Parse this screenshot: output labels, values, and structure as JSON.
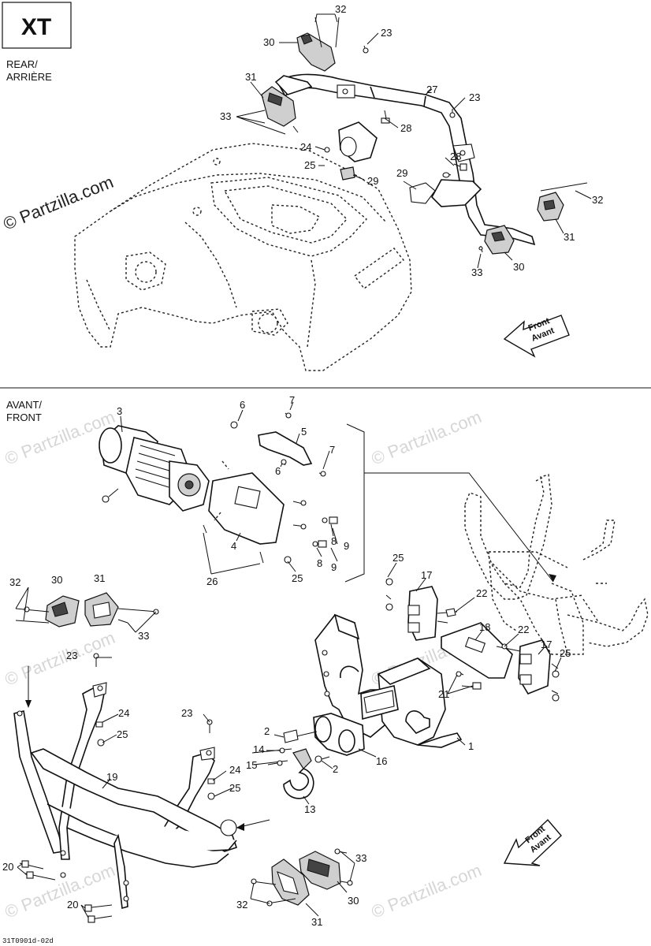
{
  "badge": {
    "label": "XT"
  },
  "sections": {
    "rear": {
      "label_line1": "REAR/",
      "label_line2": "ARRIÈRE"
    },
    "front": {
      "label_line1": "AVANT/",
      "label_line2": "FRONT"
    }
  },
  "direction_arrows": [
    {
      "line1": "Front",
      "line2": "Avant"
    },
    {
      "line1": "Front",
      "line2": "Avant"
    }
  ],
  "watermark": {
    "text": "© Partzilla.com"
  },
  "footer": {
    "code": "31T0901d-02d"
  },
  "callouts": {
    "rear": [
      "32",
      "30",
      "23",
      "31",
      "27",
      "23",
      "33",
      "28",
      "24",
      "25",
      "28",
      "29",
      "29",
      "32",
      "31",
      "33",
      "30"
    ],
    "front": [
      "3",
      "6",
      "7",
      "5",
      "7",
      "6",
      "4",
      "8",
      "9",
      "8",
      "9",
      "26",
      "25",
      "32",
      "30",
      "31",
      "33",
      "25",
      "17",
      "22",
      "18",
      "22",
      "17",
      "25",
      "21",
      "23",
      "24",
      "25",
      "23",
      "24",
      "25",
      "19",
      "2",
      "14",
      "15",
      "2",
      "16",
      "1",
      "13",
      "33",
      "32",
      "30",
      "31",
      "20",
      "20"
    ]
  }
}
